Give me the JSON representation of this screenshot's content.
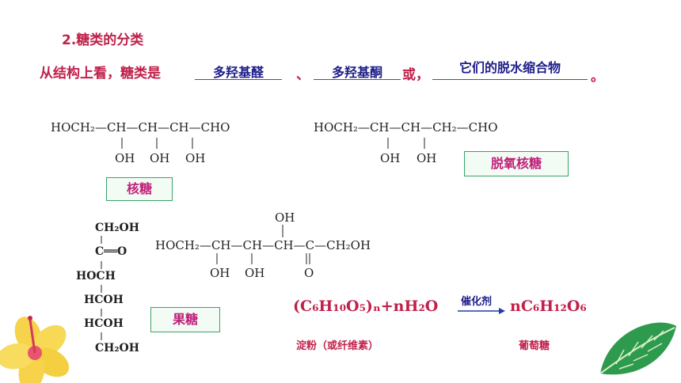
{
  "heading": "2.糖类的分类",
  "sentence": {
    "prefix": "从结构上看，糖类是",
    "blank1": "多羟基醛",
    "sep1": "、",
    "blank2": "多羟基酮",
    "sep2": "或，",
    "blank3": "它们的脱水缩合物",
    "end": "。"
  },
  "ribose": {
    "main": "HOCH₂—CH—CH—CH—CHO",
    "subs": [
      "OH",
      "OH",
      "OH"
    ],
    "label": "核糖"
  },
  "deoxyribose": {
    "main": "HOCH₂—CH—CH—CH₂—CHO",
    "subs": [
      "OH",
      "OH"
    ],
    "label": "脱氧核糖"
  },
  "fructose_vertical": [
    "CH₂OH",
    "C══O",
    "HOCH",
    "HCOH",
    "HCOH",
    "CH₂OH"
  ],
  "fructose_horizontal": {
    "main": "HOCH₂—CH—CH—CH—C—CH₂OH",
    "top": "OH",
    "bottoms": [
      "OH",
      "OH",
      "O"
    ],
    "label": "果糖"
  },
  "reaction": {
    "reactant": "(C₆H₁₀O₅)ₙ+nH₂O",
    "catalyst": "催化剂",
    "product": "nC₆H₁₂O₆",
    "reactant_name": "淀粉（或纤维素）",
    "product_name": "葡萄糖"
  }
}
